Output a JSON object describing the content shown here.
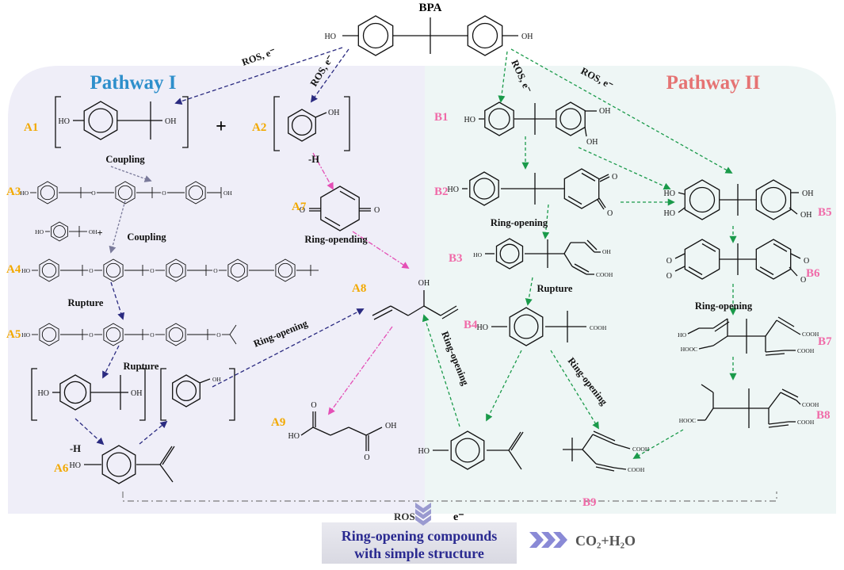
{
  "title": "BPA",
  "pathway1": {
    "label": "Pathway I",
    "color": "#2e8fcb"
  },
  "pathway2": {
    "label": "Pathway II",
    "color": "#e57373"
  },
  "compound_labels": {
    "A1": "A1",
    "A2": "A2",
    "A3": "A3",
    "A4": "A4",
    "A5": "A5",
    "A6": "A6",
    "A7": "A7",
    "A8": "A8",
    "A9": "A9",
    "B1": "B1",
    "B2": "B2",
    "B3": "B3",
    "B4": "B4",
    "B5": "B5",
    "B6": "B6",
    "B7": "B7",
    "B8": "B8",
    "B9": "B9"
  },
  "label_colors": {
    "A": "#f2a900",
    "B": "#f06aa8"
  },
  "step_labels": {
    "ros_e_1": "ROS, e⁻",
    "ros_e_2": "ROS, e⁻",
    "ros_e_3": "ROS, e⁻",
    "ros_e_4": "ROS, e⁻",
    "coupling_1": "Coupling",
    "coupling_2": "Coupling",
    "rupture_1": "Rupture",
    "rupture_2": "Rupture",
    "rupture_3": "Rupture",
    "minus_h_1": "-H",
    "minus_h_2": "-H",
    "plus_1": "+",
    "plus_2": "+",
    "ring_opending": "Ring-opending",
    "ring_opening_a5": "Ring-opening",
    "ring_opening_b2": "Ring-opening",
    "ring_opening_b4a": "Ring-opening",
    "ring_opening_b4b": "Ring-opening",
    "ring_opening_b6": "Ring-opening"
  },
  "atoms": {
    "oh": "OH",
    "ho": "HO",
    "o": "O",
    "cooh": "COOH",
    "hooc": "HOOC"
  },
  "bottom": {
    "ros": "ROS",
    "electron": "e⁻",
    "box_line1": "Ring-opening compounds",
    "box_line2": "with simple structure",
    "product": "CO₂+H₂O"
  },
  "arrow_colors": {
    "navy": "#2a2a80",
    "green": "#1a9a4a",
    "pink": "#e44fb6",
    "gray": "#7a7a9a"
  }
}
